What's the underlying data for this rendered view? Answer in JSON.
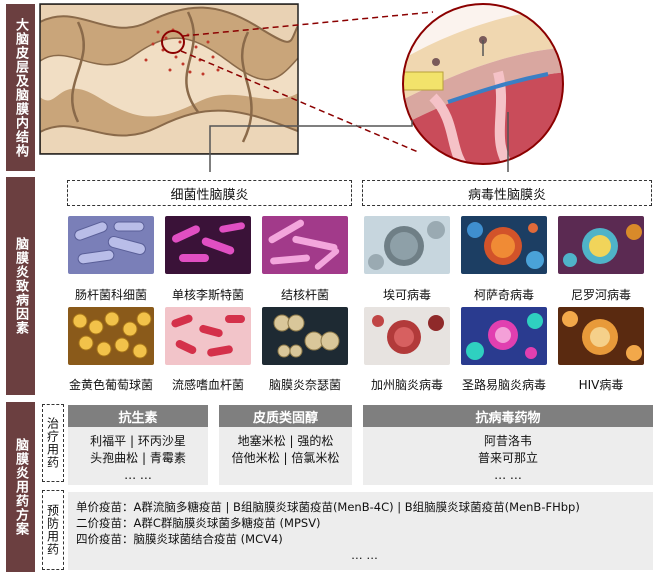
{
  "sidebar": {
    "structure": "大脑皮层及脑膜内结构",
    "causes": "脑膜炎致病因素",
    "treatment": "脑膜炎用药方案"
  },
  "groups": {
    "bacterial": "细菌性脑膜炎",
    "viral": "病毒性脑膜炎"
  },
  "pathogens": {
    "row1": [
      "肠杆菌科细菌",
      "单核李斯特菌",
      "结核杆菌",
      "埃可病毒",
      "柯萨奇病毒",
      "尼罗河病毒"
    ],
    "row2": [
      "金黄色葡萄球菌",
      "流感嗜血杆菌",
      "脑膜炎奈瑟菌",
      "加州脑炎病毒",
      "圣路易脑炎病毒",
      "HIV病毒"
    ]
  },
  "treatment": {
    "label": "治疗用药",
    "antibiotics": {
      "title": "抗生素",
      "line1": "利福平 | 环丙沙星",
      "line2": "头孢曲松 | 青霉素",
      "more": "… …"
    },
    "steroids": {
      "title": "皮质类固醇",
      "line1": "地塞米松 | 强的松",
      "line2": "倍他米松 | 倍氯米松"
    },
    "antivirals": {
      "title": "抗病毒药物",
      "line1": "阿昔洛韦",
      "line2": "普来可那立",
      "more": "… …"
    }
  },
  "prevention": {
    "label": "预防用药",
    "line1": "单价疫苗：A群流脑多糖疫苗 | B组脑膜炎球菌疫苗(MenB-4C) | B组脑膜炎球菌疫苗(MenB-FHbp)",
    "line2": "二价疫苗：A群C群脑膜炎球菌多糖疫苗 (MPSV)",
    "line3": "四价疫苗：脑膜炎球菌结合疫苗 (MCV4)",
    "more": "… …"
  }
}
